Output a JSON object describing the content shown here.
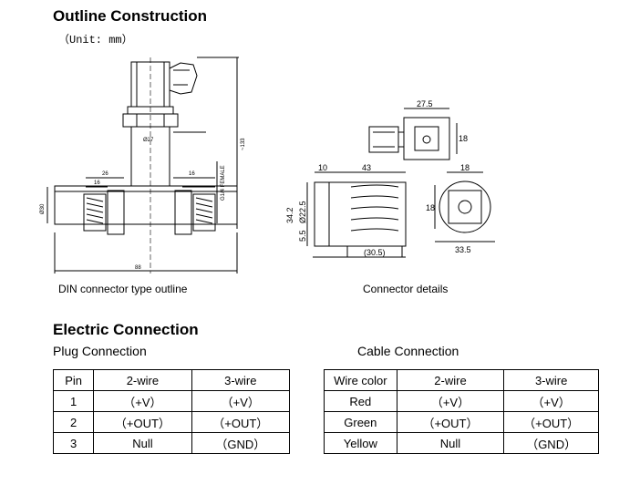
{
  "outline": {
    "title": "Outline Construction",
    "unit": "（Unit: mm）",
    "caption_left": "DIN connector type outline",
    "caption_right": "Connector details",
    "dims_left": {
      "d27": "Ø27",
      "d26": "26",
      "d16_a": "16",
      "d16_b": "16",
      "d30": "Ø30",
      "d88": "88",
      "d133": "~133",
      "thread": "G1/4 FEMALE"
    },
    "dims_right": {
      "d27_5": "27.5",
      "d18_a": "18",
      "d10": "10",
      "d43": "43",
      "d34_2": "34.2",
      "d22_5": "Ø22.5",
      "d5_5": "5.5",
      "d30_5": "(30.5)",
      "d18_b": "18",
      "d18_c": "18",
      "d33_5": "33.5"
    }
  },
  "electric": {
    "title": "Electric Connection",
    "plug_title": "Plug Connection",
    "cable_title": "Cable Connection",
    "plug_table": {
      "headers": [
        "Pin",
        "2-wire",
        "3-wire"
      ],
      "rows": [
        [
          "1",
          "（+V）",
          "（+V）"
        ],
        [
          "2",
          "（+OUT）",
          "（+OUT）"
        ],
        [
          "3",
          "Null",
          "（GND）"
        ]
      ]
    },
    "cable_table": {
      "headers": [
        "Wire color",
        "2-wire",
        "3-wire"
      ],
      "rows": [
        [
          "Red",
          "（+V）",
          "（+V）"
        ],
        [
          "Green",
          "（+OUT）",
          "（+OUT）"
        ],
        [
          "Yellow",
          "Null",
          "（GND）"
        ]
      ]
    }
  }
}
